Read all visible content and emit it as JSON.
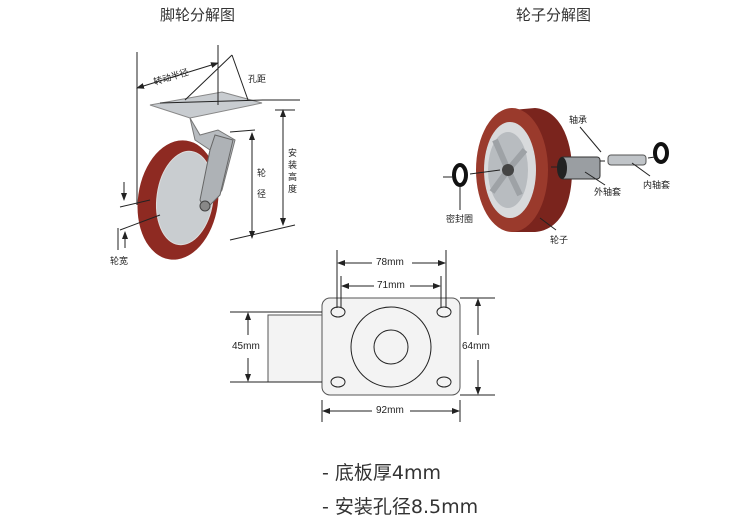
{
  "titles": {
    "caster": "脚轮分解图",
    "wheel": "轮子分解图"
  },
  "caster_labels": {
    "swivel_radius": "转动半径",
    "hole_spacing": "孔距",
    "mount_height": "安装高度",
    "wheel_diameter": "轮径",
    "wheel_width": "轮宽"
  },
  "wheel_labels": {
    "bearing": "轴承",
    "outer_sleeve": "外轴套",
    "inner_sleeve": "内轴套",
    "seal": "密封圈",
    "wheel": "轮子"
  },
  "plate_dims": {
    "outer_hole_spacing": "78mm",
    "inner_hole_spacing": "71mm",
    "plate_width": "64mm",
    "slot_width": "45mm",
    "plate_length": "92mm"
  },
  "specs": [
    "- 底板厚4mm",
    "- 安装孔径8.5mm"
  ],
  "colors": {
    "wheel_red": "#8e2a22",
    "hub_grey": "#c9cdd0",
    "line": "#222222"
  }
}
